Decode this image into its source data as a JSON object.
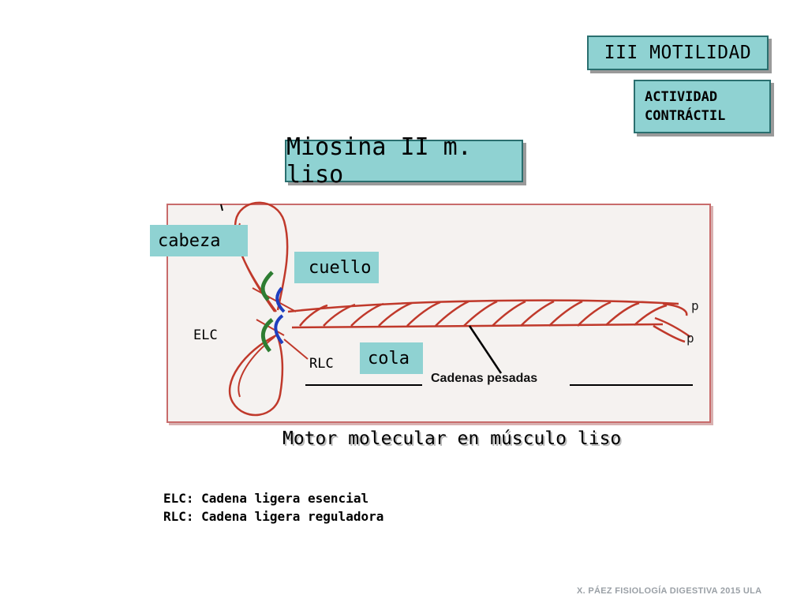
{
  "header": {
    "section_badge": "III MOTILIDAD",
    "subsection_lines": [
      "ACTIVIDAD",
      "CONTRÁCTIL"
    ]
  },
  "title": "Miosina II m. liso",
  "diagram": {
    "labels": {
      "head": "cabeza",
      "neck": "cuello",
      "tail": "cola",
      "elc": "ELC",
      "rlc": "RLC",
      "phospho_1": "p",
      "phospho_2": "p",
      "heavy_chains": "Cadenas pesadas"
    },
    "colors": {
      "heavy_chain": "#c0392b",
      "elc": "#2e7d32",
      "rlc": "#1f3fbf"
    }
  },
  "caption": "Motor molecular en músculo liso",
  "legend": [
    "ELC: Cadena ligera esencial",
    "RLC: Cadena ligera reguladora"
  ],
  "footer": "X. PÁEZ  FISIOLOGÍA DIGESTIVA 2015  ULA"
}
